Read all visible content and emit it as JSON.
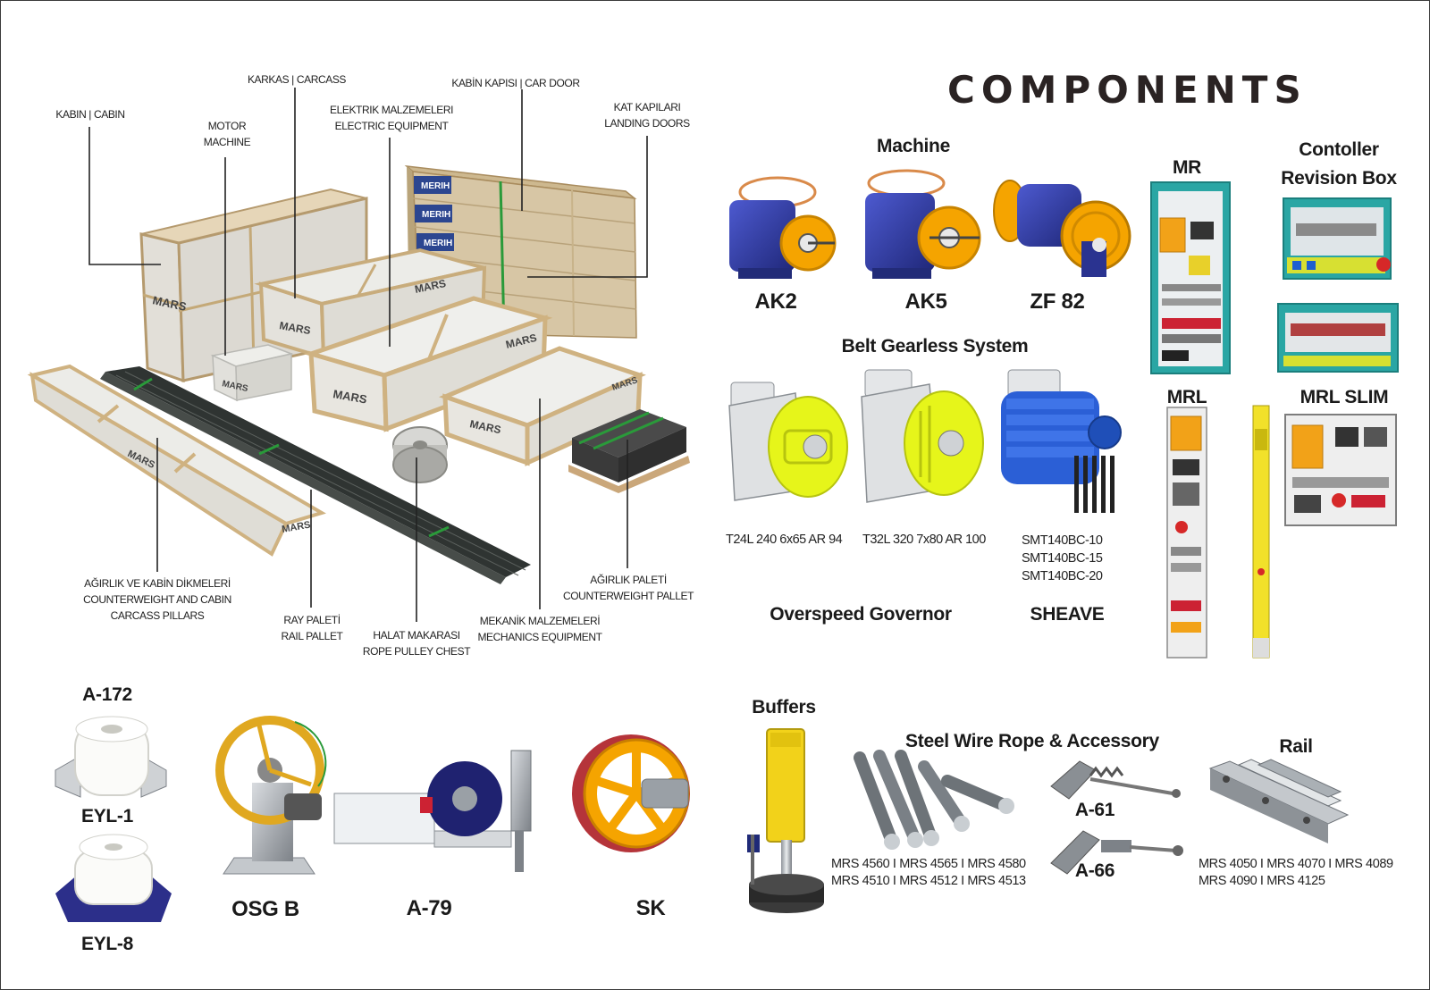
{
  "title": "COMPONENTS",
  "callouts": {
    "cabin": "KABIN | CABIN",
    "motor": [
      "MOTOR",
      "MACHINE"
    ],
    "carcass": "KARKAS | CARCASS",
    "electric": [
      "ELEKTRIK MALZEMELERI",
      "ELECTRIC EQUIPMENT"
    ],
    "car_door": "KABİN KAPISI | CAR DOOR",
    "landing_doors": [
      "KAT KAPILARI",
      "LANDING DOORS"
    ],
    "pillars": [
      "AĞIRLIK VE KABİN DİKMELERİ",
      "COUNTERWEIGHT AND CABIN",
      "CARCASS PILLARS"
    ],
    "rail_pallet": [
      "RAY PALETİ",
      "RAIL PALLET"
    ],
    "rope_pulley": [
      "HALAT MAKARASI",
      "ROPE PULLEY CHEST"
    ],
    "mechanics": [
      "MEKANİK MALZEMELERİ",
      "MECHANICS EQUIPMENT"
    ],
    "cw_pallet": [
      "AĞIRLIK PALETİ",
      "COUNTERWEIGHT PALLET"
    ]
  },
  "crate_brands": [
    "MARS",
    "MERIH"
  ],
  "machine": {
    "heading": "Machine",
    "items": [
      "AK2",
      "AK5",
      "ZF 82"
    ]
  },
  "belt": {
    "heading": "Belt Gearless System",
    "models": [
      "T24L 240 6x65 AR 94",
      "T32L 320 7x80 AR 100",
      "SMT140BC-10",
      "SMT140BC-15",
      "SMT140BC-20"
    ]
  },
  "overspeed_heading": "Overspeed Governor",
  "sheave_heading": "SHEAVE",
  "panels": {
    "mr": "MR",
    "controller": [
      "Contoller",
      "Revision Box"
    ],
    "mrl": "MRL",
    "mrl_slim": "MRL SLIM"
  },
  "bottom": {
    "a172": "A-172",
    "eyl1": "EYL-1",
    "eyl8": "EYL-8",
    "osgb": "OSG B",
    "a79": "A-79",
    "sk": "SK",
    "buffers": "Buffers",
    "rope_heading": "Steel Wire Rope & Accessory",
    "rope_models": [
      "MRS 4560 I MRS 4565 I MRS 4580",
      "MRS 4510 I MRS 4512 I MRS 4513"
    ],
    "a61": "A-61",
    "a66": "A-66",
    "rail_heading": "Rail",
    "rail_models": [
      "MRS 4050 I MRS 4070 I MRS 4089",
      "MRS 4090 I MRS 4125"
    ]
  },
  "colors": {
    "crate_wood": "#d9c3a0",
    "crate_face": "#efefec",
    "cardboard": "#d7c6a5",
    "motor_blue": "#2f3b9e",
    "sheave_yellow": "#f5a400",
    "belt_yellow": "#e6f51a",
    "panel_teal": "#2aa6a4",
    "buffer_yellow": "#f2d21a",
    "sheave_red": "#b5343a"
  }
}
